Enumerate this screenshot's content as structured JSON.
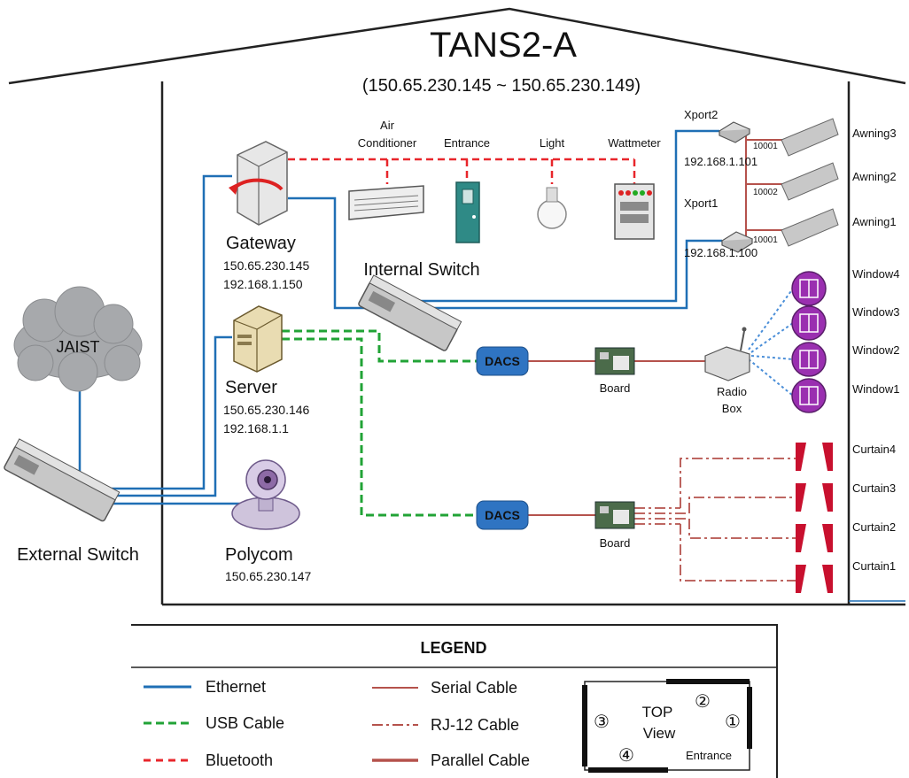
{
  "title": "TANS2-A",
  "ip_range": "(150.65.230.145 ~ 150.65.230.149)",
  "colors": {
    "ethernet": "#1f6fb5",
    "usb": "#21a336",
    "bluetooth": "#e8262b",
    "serial": "#b5524c",
    "appliance_purple": "#9a2fb0",
    "curtain_red": "#c8102e"
  },
  "jaist": {
    "label": "JAIST"
  },
  "external_switch": {
    "label": "External Switch"
  },
  "gateway": {
    "label": "Gateway",
    "ip1": "150.65.230.145",
    "ip2": "192.168.1.150"
  },
  "server": {
    "label": "Server",
    "ip1": "150.65.230.146",
    "ip2": "192.168.1.1"
  },
  "polycom": {
    "label": "Polycom",
    "ip1": "150.65.230.147"
  },
  "internal_switch": {
    "label": "Internal Switch"
  },
  "appliances": {
    "air_conditioner_line1": "Air",
    "air_conditioner_line2": "Conditioner",
    "entrance": "Entrance",
    "light": "Light",
    "wattmeter": "Wattmeter"
  },
  "xport2": {
    "label": "Xport2",
    "ip": "192.168.1.101",
    "port": "10001"
  },
  "xport1": {
    "label": "Xport1",
    "ip": "192.168.1.100",
    "port_a": "10002",
    "port_b": "10001"
  },
  "awnings": [
    "Awning3",
    "Awning2",
    "Awning1"
  ],
  "windows": [
    "Window4",
    "Window3",
    "Window2",
    "Window1"
  ],
  "curtains": [
    "Curtain4",
    "Curtain3",
    "Curtain2",
    "Curtain1"
  ],
  "dacs": {
    "label": "DACS"
  },
  "board": {
    "label": "Board"
  },
  "radio_box": {
    "line1": "Radio",
    "line2": "Box"
  },
  "legend": {
    "title": "LEGEND",
    "ethernet": "Ethernet",
    "usb": "USB Cable",
    "bluetooth": "Bluetooth",
    "serial": "Serial Cable",
    "rj12": "RJ-12 Cable",
    "parallel": "Parallel Cable",
    "top_view_line1": "TOP",
    "top_view_line2": "View",
    "top_view_entrance": "Entrance",
    "side1": "①",
    "side2": "②",
    "side3": "③",
    "side4": "④"
  }
}
